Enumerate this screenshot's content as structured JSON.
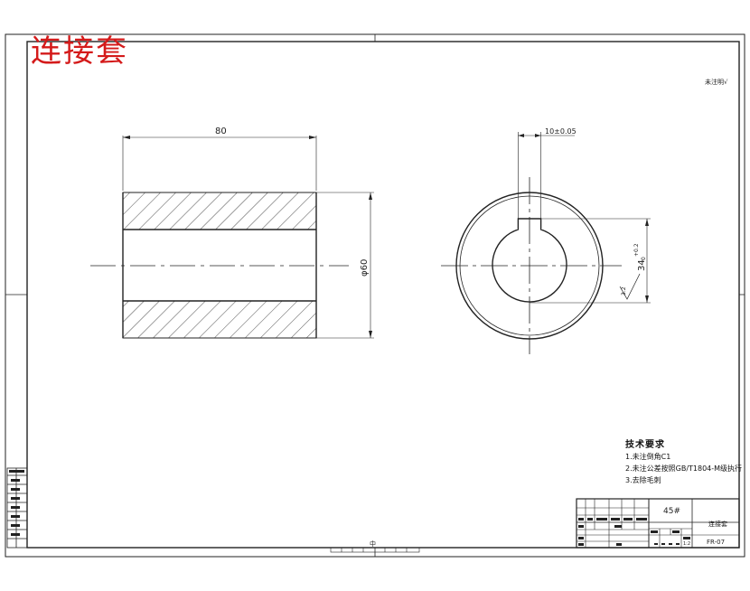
{
  "title": "连接套",
  "corner_note": "未注明√",
  "dims": {
    "length": "80",
    "diameter": "φ60",
    "key_width": "10±0.05",
    "key_depth_main": "34",
    "key_depth_tol_upper": "+0.2",
    "key_depth_tol_lower": "0",
    "surface_roughness": "3.2"
  },
  "tech": {
    "heading": "技术要求",
    "lines": [
      "1.未注倒角C1",
      "2.未注公差按照GB/T1804-M级执行",
      "3.去除毛刺"
    ]
  },
  "title_block": {
    "material": "45#",
    "part_name": "连接套",
    "drawing_no": "FR-07",
    "scale": "1:2"
  },
  "bottom_mark": "中"
}
